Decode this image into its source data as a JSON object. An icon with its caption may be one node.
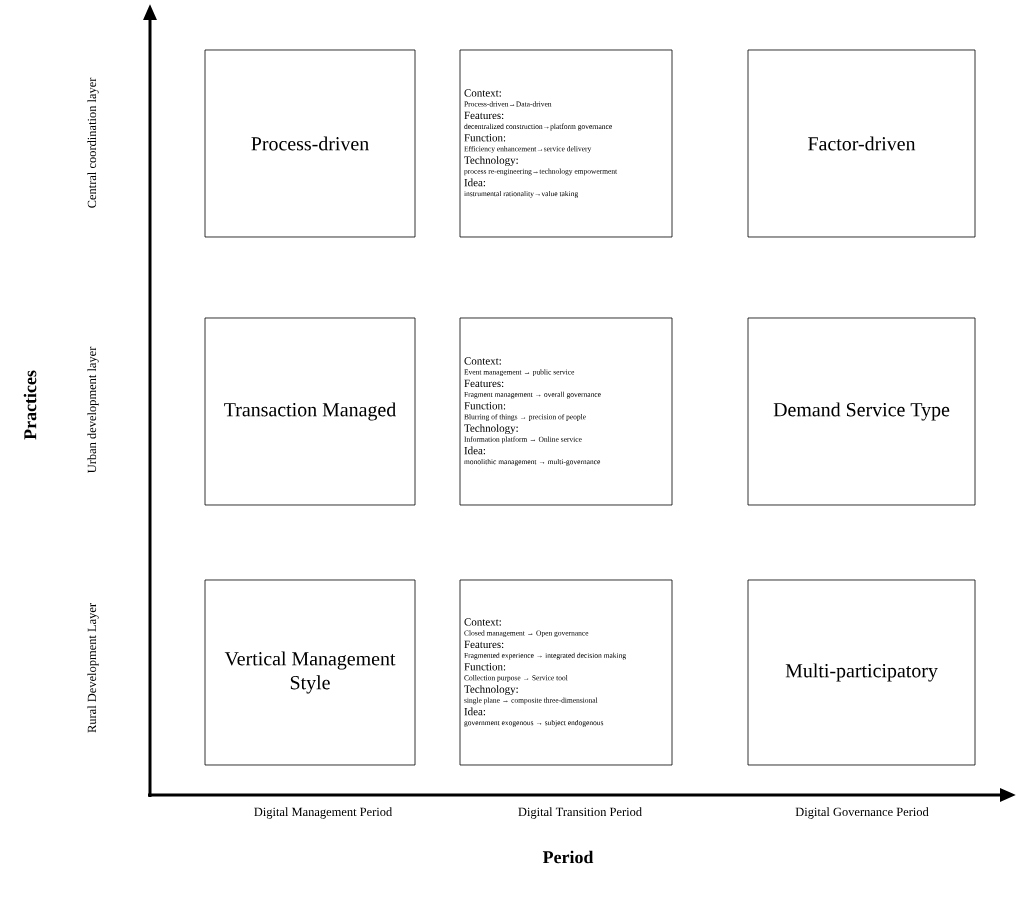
{
  "diagram": {
    "nodes": [
      {
        "text": [
          "Process-driven"
        ]
      },
      {
        "text": [
          "Context:",
          "Process-driven→Data-driven",
          "Features:",
          "decentralized construction→platform governance",
          "Function:",
          "Efficiency enhancement→service delivery",
          "Technology:",
          "process re-engineering→technology empowerment",
          "Idea:",
          "instrumental rationality→value taking"
        ]
      },
      {
        "text": [
          "Factor-driven"
        ]
      },
      {
        "text": [
          "Transaction Managed"
        ]
      },
      {
        "text": [
          "Context:",
          "Event management → public service",
          "Features:",
          "Fragment management → overall governance",
          "Function:",
          "Blurring of things → precision of people",
          "Technology:",
          "Information platform → Online service",
          "Idea:",
          "monolithic management → multi-governance"
        ]
      },
      {
        "text": [
          "Demand Service Type"
        ]
      },
      {
        "text": [
          "Vertical Management Style"
        ]
      },
      {
        "text": [
          "Context:",
          "Closed management → Open governance",
          "Features:",
          "Fragmented experience → integrated decision making",
          "Function:",
          "Collection purpose → Service tool",
          "Technology:",
          "single plane → composite three-dimensional",
          "Idea:",
          "government exogenous → subject endogenous"
        ]
      },
      {
        "text": [
          "Multi-participatory"
        ]
      }
    ],
    "labels": [
      "Practices",
      "Central coordination layer",
      "Urban development layer",
      "Rural Development Layer",
      "Digital Management Period",
      "Digital Transition Period",
      "Digital Governance Period",
      "Period"
    ]
  }
}
